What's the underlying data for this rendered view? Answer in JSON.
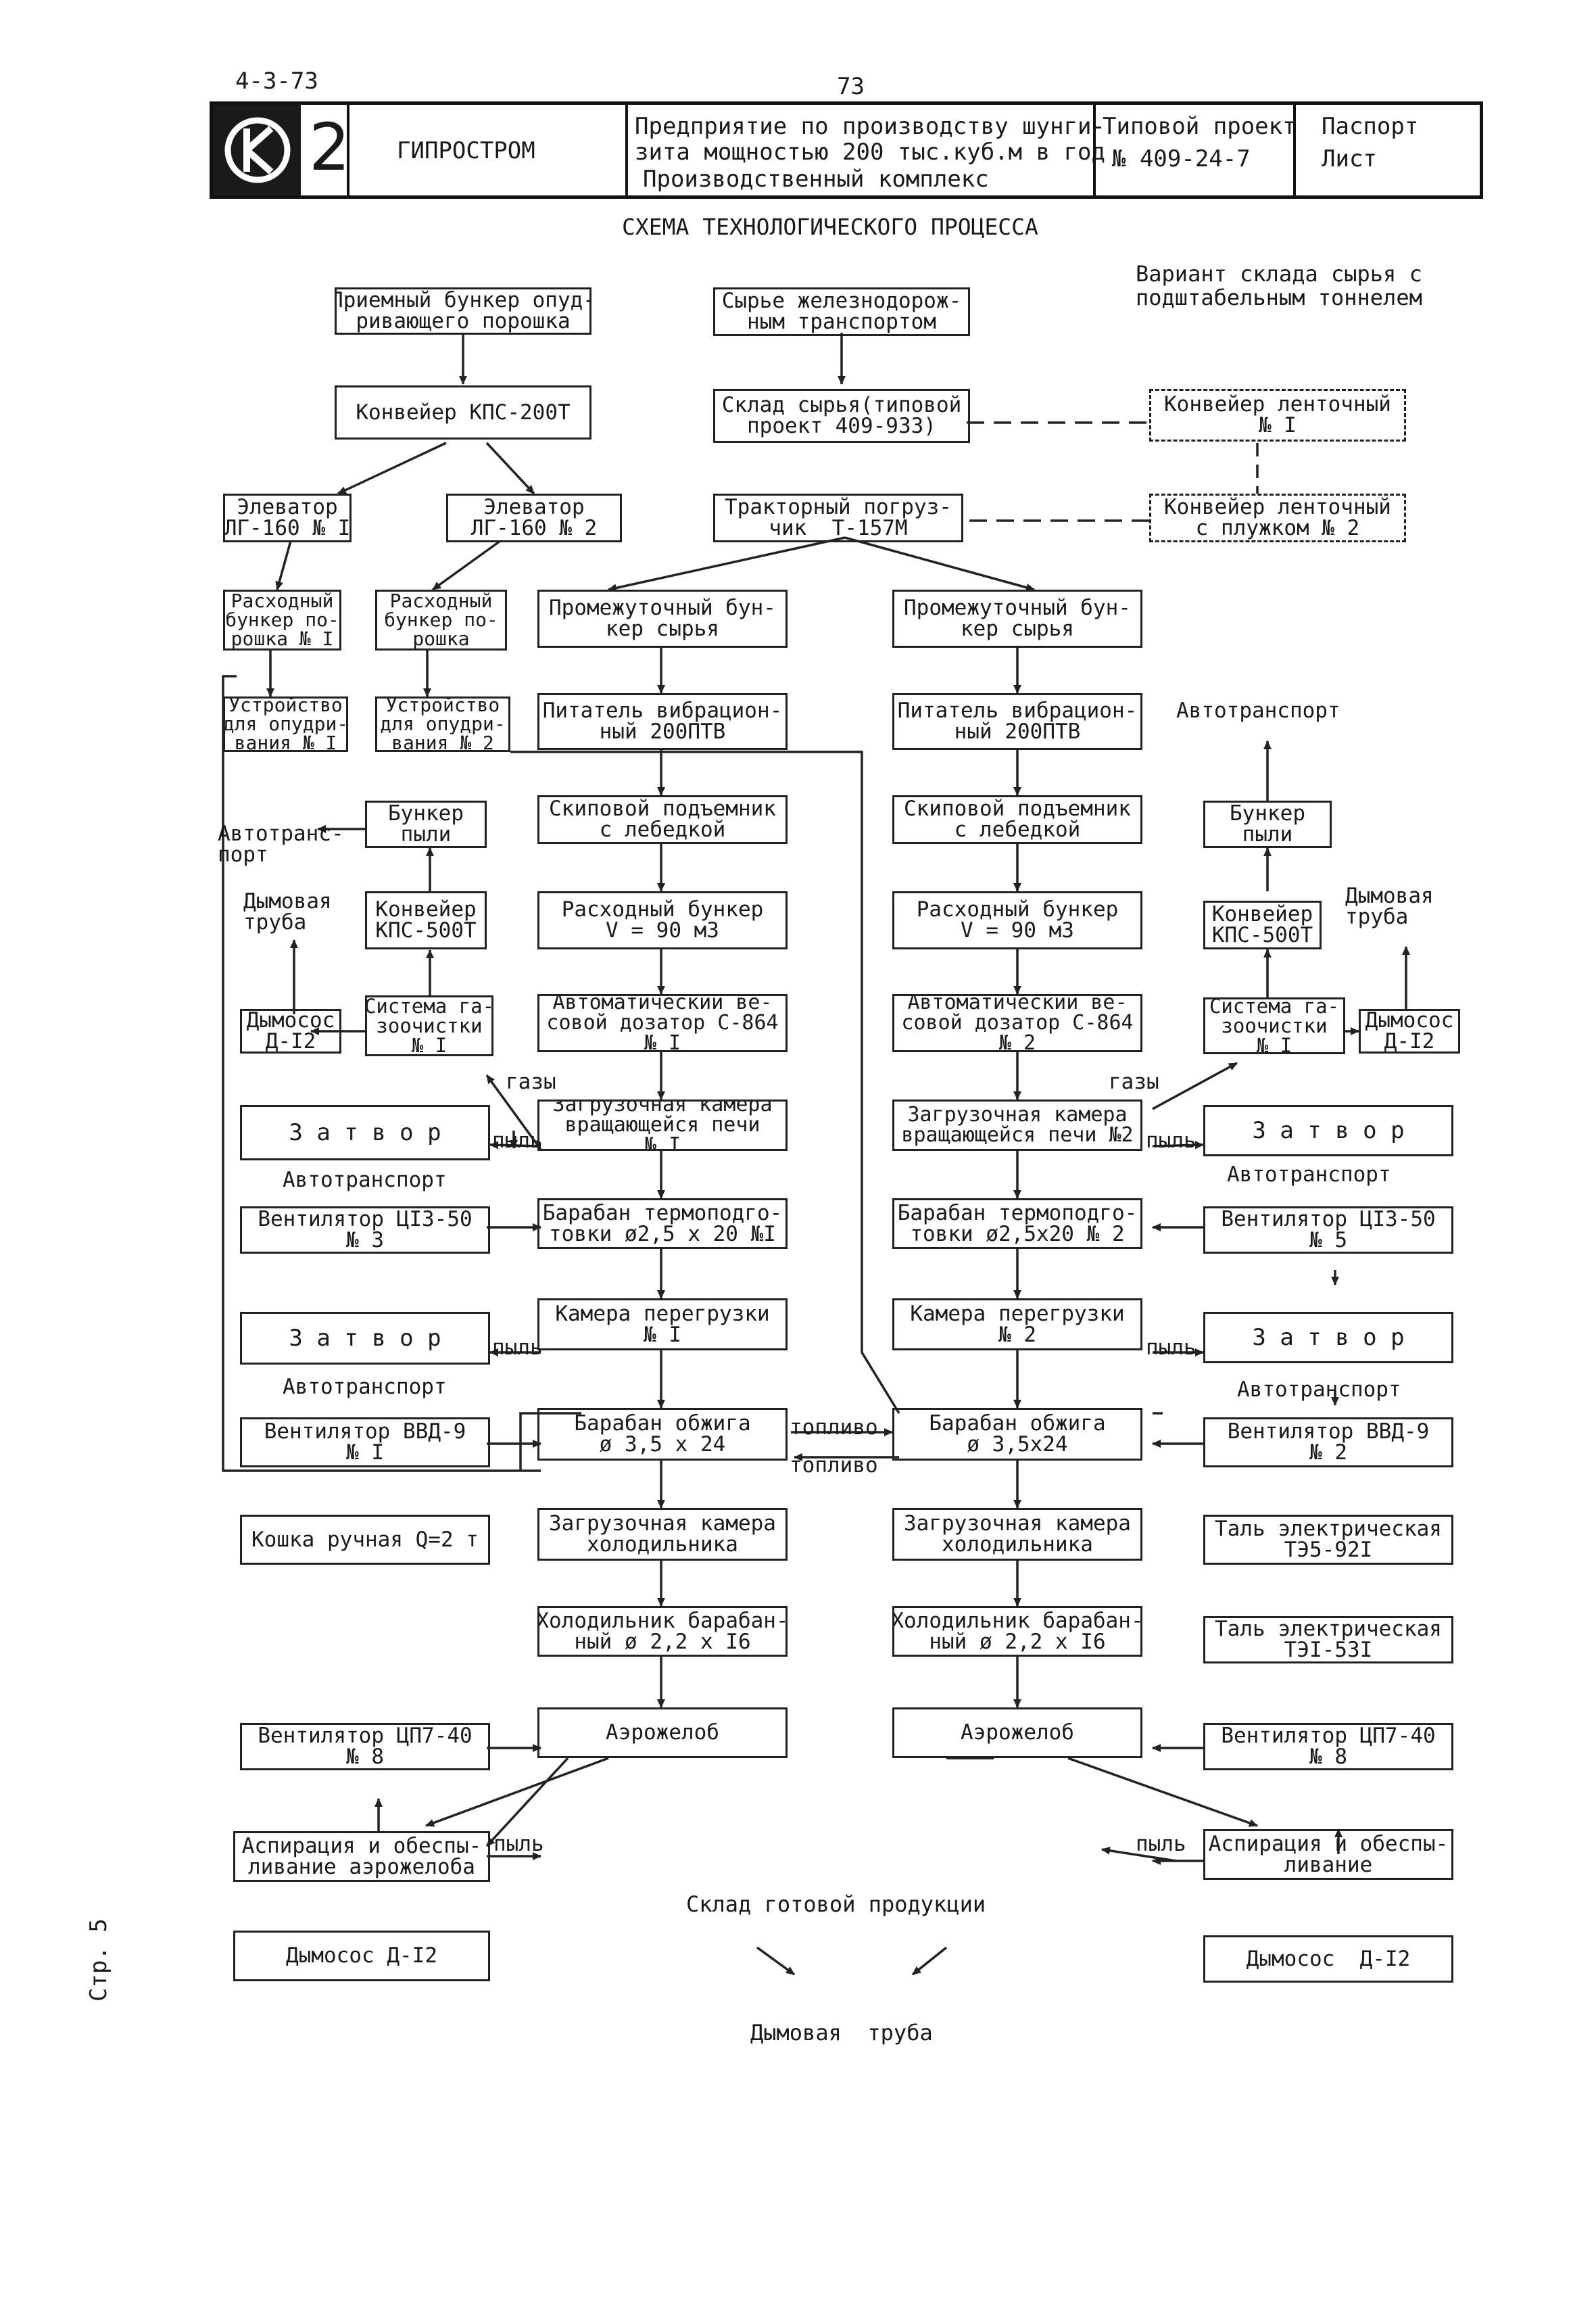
{
  "header": {
    "code": "4-3-73",
    "page_number": "73",
    "series_number": "2",
    "org": "ГИПРОСТРОМ",
    "project_title": "Предприятие по производству шунгизита мощностью 200 тыс.куб.м в год",
    "project_title_l1": "Предприятие по производству шунги-",
    "project_title_l2": "зита мощностью 200 тыс.куб.м в год",
    "subtitle": "Производственный комплекс",
    "project_type": "Типовой проект",
    "project_no": "№ 409-24-7",
    "doc_type": "Паспорт",
    "sheet": "Лист"
  },
  "diagram": {
    "title": "СХЕМА ТЕХНОЛОГИЧЕСКОГО ПРОЦЕССА",
    "variant_note": "Вариант склада сырья с\nподштабельным тоннелем",
    "side_page_label": "Стр. 5",
    "boxes": {
      "b_bunker_pr": "Приемный бункер опуд-\nривающего порошка",
      "b_conv200": "Конвейер КПС-200Т",
      "b_elev1": "Элеватор\nЛГ-160 № I",
      "b_elev2": "Элеватор\nЛГ-160 № 2",
      "b_rash1": "Расходный\nбункер по-\nрошка № I",
      "b_rash2": "Расходный\nбункер по-\nрошка",
      "b_ustr1": "Устройство\nдля опудри-\nвания № I",
      "b_ustr2": "Устройство\nдля опудри-\nвания № 2",
      "b_syrie": "Сырье железнодорож-\nным транспортом",
      "b_sklad": "Склад сырья(типовой\nпроект 409-933)",
      "b_conv_l1": "Конвейер ленточный\n№ I",
      "b_conv_l2": "Конвейер ленточный\nс плужком № 2",
      "b_traktor": "Тракторный погруз-\nчик  Т-157М",
      "b_prom1": "Промежуточный бун-\nкер сырья",
      "b_prom2": "Промежуточный бун-\nкер сырья",
      "b_pit1": "Питатель вибрацион-\nный 200ПТВ",
      "b_pit2": "Питатель вибрацион-\nный 200ПТВ",
      "b_skip1": "Скиповой подъемник\nс лебедкой",
      "b_skip2": "Скиповой подъемник\nс лебедкой",
      "b_rb1": "Расходный бункер\nV = 90 м3",
      "b_rb2": "Расходный бункер\nV = 90 м3",
      "b_doz1": "Автоматический ве-\nсовой дозатор С-864\n№ I",
      "b_doz2": "Автоматический ве-\nсовой дозатор С-864\n№ 2",
      "b_zk1": "Загрузочная камера\nвращающейся печи\n№ I",
      "b_zk2": "Загрузочная камера\nвращающейся печи №2",
      "b_bt1": "Барабан термоподго-\nтовки ø2,5 х 20 №I",
      "b_bt2": "Барабан термоподго-\nтовки ø2,5х20 № 2",
      "b_kp1": "Камера перегрузки\n№ I",
      "b_kp2": "Камера перегрузки\n№ 2",
      "b_bo1": "Барабан обжига\nø 3,5 х 24",
      "b_bo2": "Барабан обжига\nø 3,5х24",
      "b_zkh1": "Загрузочная камера\nхолодильника",
      "b_zkh2": "Загрузочная камера\nхолодильника",
      "b_hol1": "Холодильник барабан-\nный ø 2,2 х I6",
      "b_hol2": "Холодильник барабан-\nный ø 2,2 х I6",
      "b_aero1": "Аэрожелоб",
      "b_aero2": "Аэрожелоб",
      "b_bp_l": "Бункер\nпыли",
      "b_kps_l": "Конвейер\nКПС-500Т",
      "b_dym_l": "Дымосос\nД-I2",
      "b_sg_l": "Система га-\nзоочистки\n№ I",
      "b_zat_l1": "З а т в о р",
      "b_vent_l1": "Вентилятор ЦI3-50\n№ 3",
      "b_zat_l2": "З а т в о р",
      "b_vvd_l": "Вентилятор ВВД-9\n№ I",
      "b_koshka": "Кошка ручная Q=2 т",
      "b_vent_l8": "Вентилятор ЦП7-40\n№ 8",
      "b_asp_l": "Аспирация и обеспы-\nливание аэрожелоба",
      "b_dym_l2": "Дымосос Д-I2",
      "b_bp_r": "Бункер\nпыли",
      "b_kps_r": "Конвейер\nКПС-500Т",
      "b_sg_r": "Система га-\nзоочистки\n№ I",
      "b_dym_r": "Дымосос\nД-I2",
      "b_zat_r1": "З а т в о р",
      "b_vent_r5": "Вентилятор ЦI3-50\n№ 5",
      "b_zat_r2": "З а т в о р",
      "b_vvd_r": "Вентилятор ВВД-9\n№ 2",
      "b_tal1": "Таль электрическая\nТЭ5-92I",
      "b_tal2": "Таль электрическая\nТЭI-53I",
      "b_vent_r8": "Вентилятор ЦП7-40\n№ 8",
      "b_asp_r": "Аспирация и обеспы-\nливание",
      "b_dym_r2": "Дымосос  Д-I2"
    },
    "labels": {
      "l_avto_l": "Автотранс-\nпорт",
      "l_dym_truba_l": "Дымовая\nтруба",
      "l_gazy_l": "газы",
      "l_pyl1": "пыль",
      "l_avto_l2": "Автотранспорт",
      "l_pyl2": "пыль",
      "l_avto_l3": "Автотранспорт",
      "l_topl1": "топливо",
      "l_topl2": "топливо",
      "l_pyl_asp_l": "пыль",
      "l_sklad_gp": "Склад готовой продукции",
      "l_dym_truba_c": "Дымовая  труба",
      "l_avto_r": "Автотранспорт",
      "l_dym_truba_r": "Дымовая\nтруба",
      "l_gazy_r": "газы",
      "l_pyl_r1": "пыль",
      "l_avto_r2": "Автотранспорт",
      "l_pyl_r2": "пыль",
      "l_avto_r3": "Автотранспорт",
      "l_pyl_asp_r": "пыль"
    }
  }
}
